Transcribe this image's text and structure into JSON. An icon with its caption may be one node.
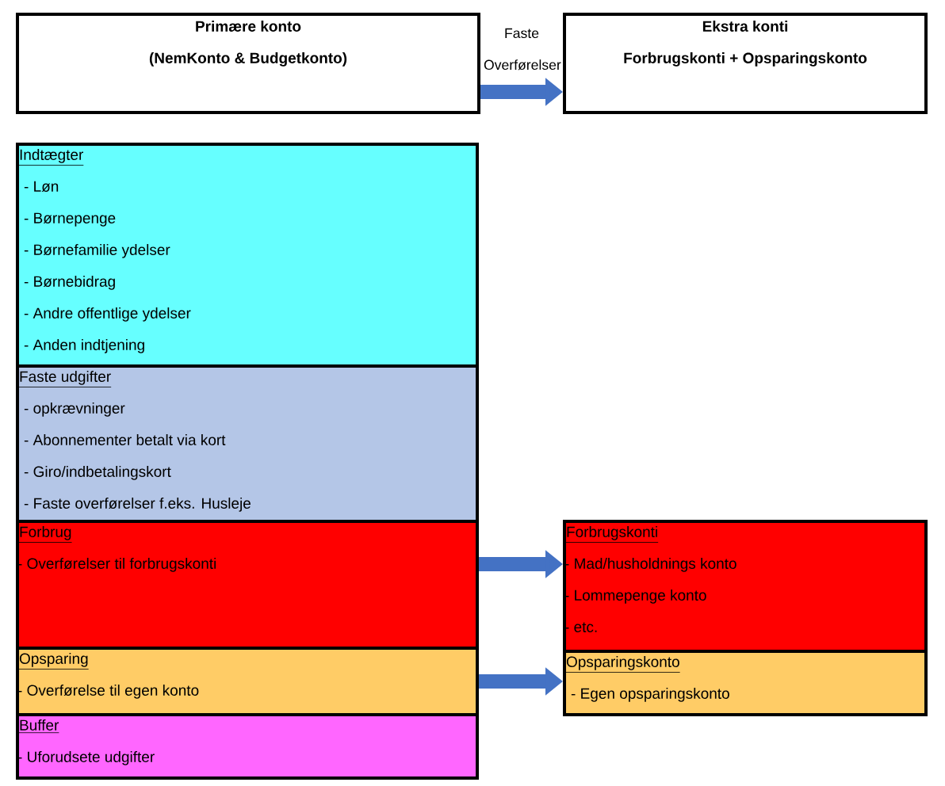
{
  "diagram": {
    "nodes": [
      {
        "text": [
          "Primære konto",
          "(NemKonto & Budgetkonto)"
        ]
      },
      {
        "text": [
          "Ekstra konti",
          "Forbrugskonti + Opsparingskonto"
        ]
      },
      {
        "text": [
          "Indtægter",
          "- Løn",
          "- Børnepenge",
          "- Børnefamilie ydelser",
          "- Børnebidrag",
          "- Andre offentlige ydelser",
          "- Anden indtjening"
        ]
      },
      {
        "text": [
          "Faste udgifter",
          "- opkrævninger",
          "- Abonnementer betalt via kort",
          "- Giro/indbetalingskort",
          "- Faste overførelser f.eks. Husleje"
        ]
      },
      {
        "text": [
          "Forbrug",
          "- Overførelser til forbrugskonti"
        ]
      },
      {
        "text": [
          "Opsparing",
          "- Overførelse til egen konto"
        ]
      },
      {
        "text": [
          "Buffer",
          "- Uforudsete udgifter"
        ]
      },
      {
        "text": [
          "Forbrugskonti",
          "- Mad/husholdnings konto",
          "- Lommepenge konto",
          "- etc."
        ]
      },
      {
        "text": [
          "Opsparingskonto",
          "- Egen opsparingskonto"
        ]
      }
    ],
    "edges": [
      {
        "from": 0,
        "to": 1,
        "arrow": "to",
        "label": "Faste Overførelser"
      },
      {
        "from": 4,
        "to": 7,
        "arrow": "to"
      },
      {
        "from": 5,
        "to": 8,
        "arrow": "to"
      }
    ]
  }
}
